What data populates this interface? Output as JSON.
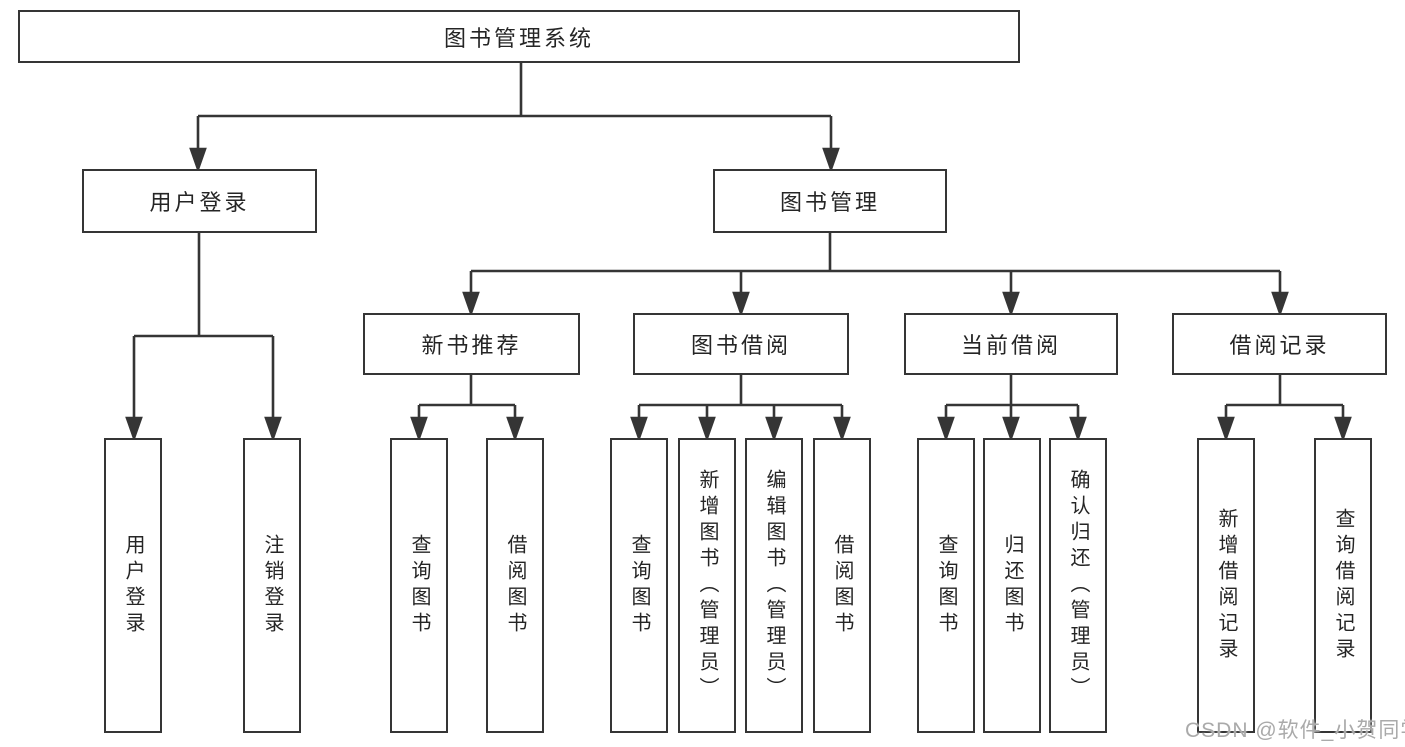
{
  "system": {
    "title": "图书管理系统",
    "modules": [
      {
        "label": "用户登录",
        "functions": [
          {
            "label": "用户登录"
          },
          {
            "label": "注销登录"
          }
        ]
      },
      {
        "label": "图书管理",
        "submodules": [
          {
            "label": "新书推荐",
            "functions": [
              {
                "label": "查询图书"
              },
              {
                "label": "借阅图书"
              }
            ]
          },
          {
            "label": "图书借阅",
            "functions": [
              {
                "label": "查询图书"
              },
              {
                "label": "新增图书（管理员）"
              },
              {
                "label": "编辑图书（管理员）"
              },
              {
                "label": "借阅图书"
              }
            ]
          },
          {
            "label": "当前借阅",
            "functions": [
              {
                "label": "查询图书"
              },
              {
                "label": "归还图书"
              },
              {
                "label": "确认归还（管理员）"
              }
            ]
          },
          {
            "label": "借阅记录",
            "functions": [
              {
                "label": "新增借阅记录"
              },
              {
                "label": "查询借阅记录"
              }
            ]
          }
        ]
      }
    ]
  },
  "watermark": {
    "text": "CSDN @软件_小贺同学"
  },
  "colors": {
    "line": "#353535",
    "text": "#252525",
    "background": "#ffffff",
    "watermark": "#aaaaaa"
  }
}
